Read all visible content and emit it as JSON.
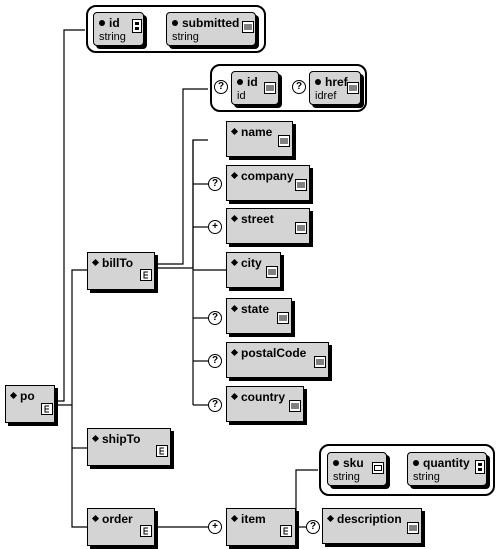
{
  "diagram": {
    "root": {
      "label": "po"
    },
    "po_attributes": [
      {
        "name": "id",
        "type": "string"
      },
      {
        "name": "submitted",
        "type": "string"
      }
    ],
    "billTo": {
      "label": "billTo"
    },
    "billTo_attributes": [
      {
        "name": "id",
        "type": "id"
      },
      {
        "name": "href",
        "type": "idref"
      }
    ],
    "billTo_children": [
      {
        "label": "name",
        "cardinality": ""
      },
      {
        "label": "company",
        "cardinality": "?"
      },
      {
        "label": "street",
        "cardinality": "+"
      },
      {
        "label": "city",
        "cardinality": ""
      },
      {
        "label": "state",
        "cardinality": "?"
      },
      {
        "label": "postalCode",
        "cardinality": "?"
      },
      {
        "label": "country",
        "cardinality": "?"
      }
    ],
    "attribute_group_optional": "?",
    "shipTo": {
      "label": "shipTo"
    },
    "order": {
      "label": "order"
    },
    "item": {
      "label": "item",
      "cardinality": "+"
    },
    "item_attributes": [
      {
        "name": "sku",
        "type": "string"
      },
      {
        "name": "quantity",
        "type": "string"
      }
    ],
    "description": {
      "label": "description",
      "cardinality": "?"
    }
  }
}
